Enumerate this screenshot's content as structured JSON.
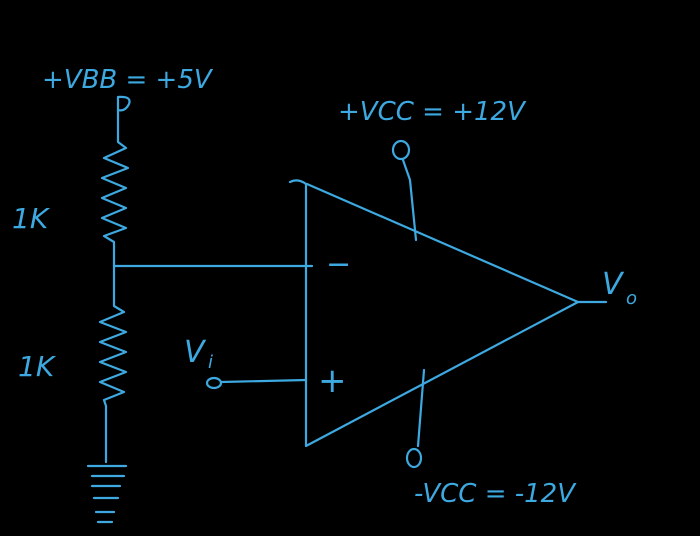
{
  "labels": {
    "vbb": "+VBB = +5V",
    "vcc_pos": "+VCC = +12V",
    "vcc_neg": "-VCC = -12V",
    "r_top": "1K",
    "r_bottom": "1K",
    "vi": "V",
    "vi_sub": "i",
    "vo": "V",
    "vo_sub": "o",
    "inv": "−",
    "noninv": "+"
  },
  "colors": {
    "background": "#000000",
    "ink": "#3da9e0"
  }
}
